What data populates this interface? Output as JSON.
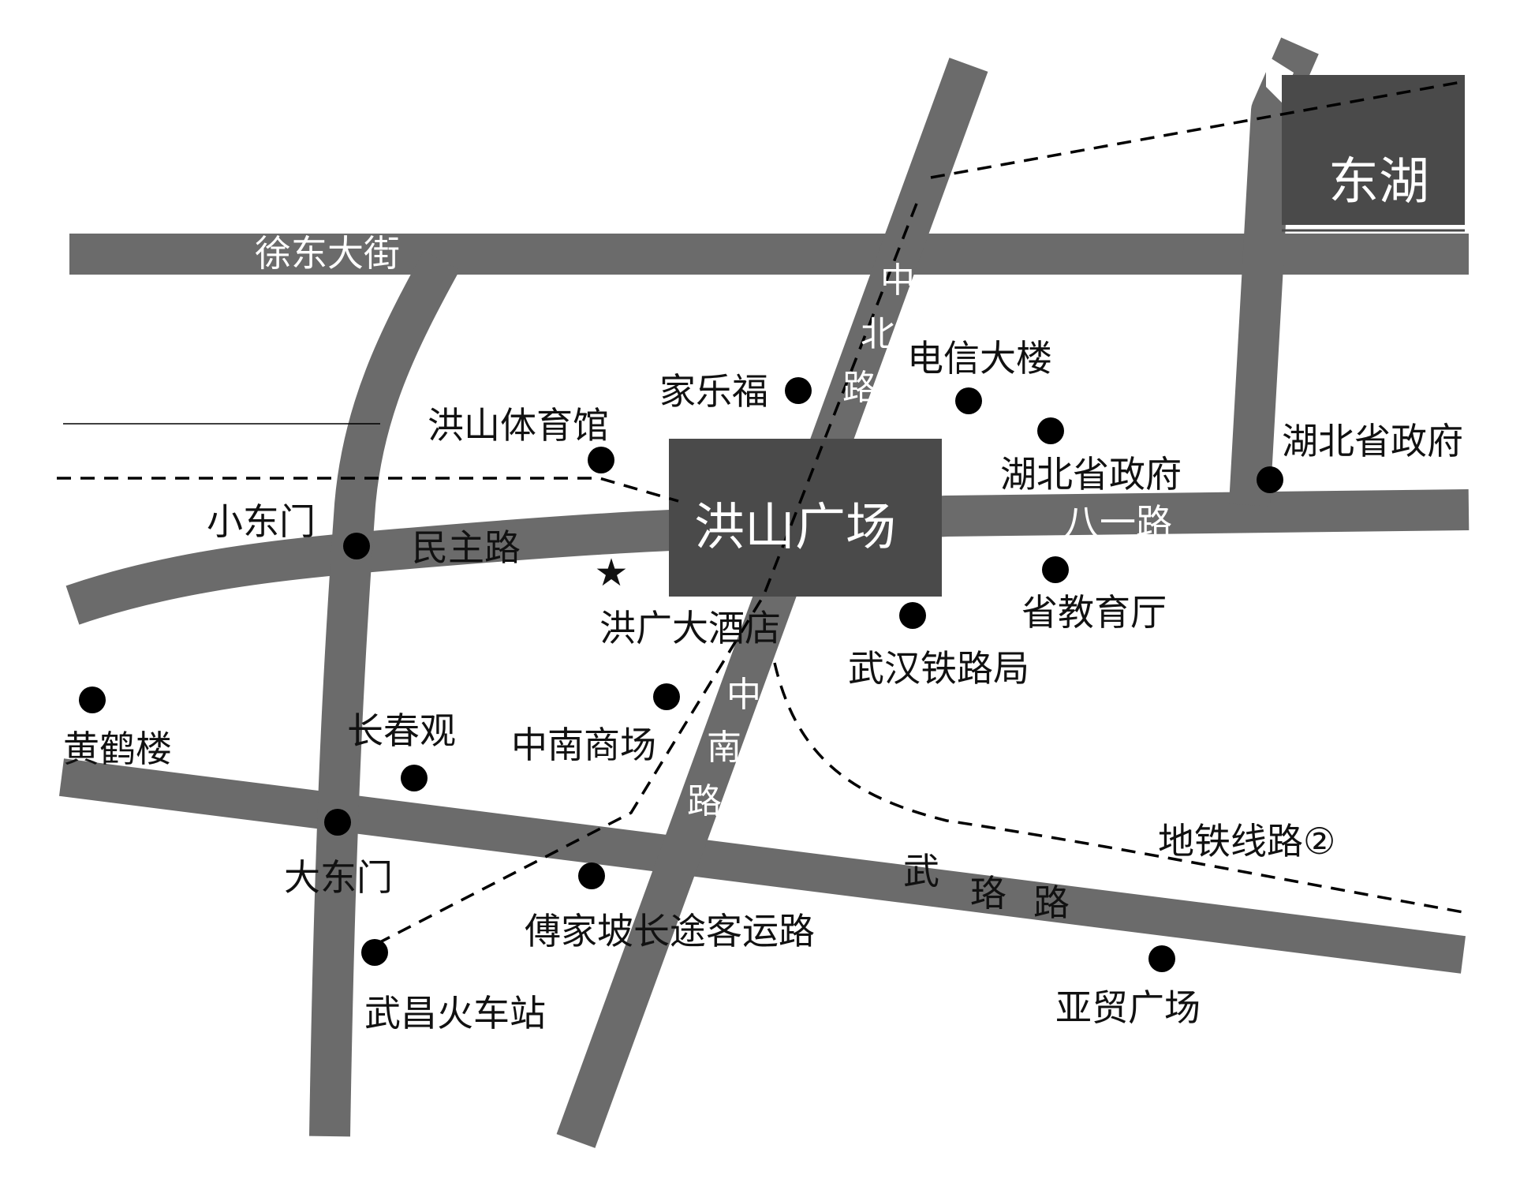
{
  "colors": {
    "road": "#6b6b6b",
    "block": "#4a4a4a",
    "text": "#111111",
    "road_text": "#ffffff",
    "marker": "#000000"
  },
  "areas": {
    "east_lake": "东湖",
    "hongshan_square": "洪山广场"
  },
  "roads": {
    "xudong": "徐东大街",
    "minzhu": "民主路",
    "bayi": "八一路",
    "zhongbei": [
      "中",
      "北",
      "路"
    ],
    "zhongnan": [
      "中",
      "南",
      "路"
    ],
    "wuluo": [
      "武",
      "珞",
      "路"
    ]
  },
  "metro": {
    "label": "地铁线路②"
  },
  "places": {
    "jialefu": "家乐福",
    "dianxin": "电信大楼",
    "tiyuguan": "洪山体育馆",
    "hubei_gov_1": "湖北省政府",
    "hubei_gov_2": "湖北省政府",
    "xiaodongmen": "小东门",
    "hongguang_hotel": "洪广大酒店",
    "jiaoyuting": "省教育厅",
    "tieluju": "武汉铁路局",
    "huanghelou": "黄鹤楼",
    "changchunguan": "长春观",
    "zhongnan_mall": "中南商场",
    "dadongmen": "大东门",
    "fujiapo": "傅家坡长途客运路",
    "wuchang_station": "武昌火车站",
    "yamao": "亚贸广场"
  },
  "markers": {
    "hotel_star": "★"
  }
}
